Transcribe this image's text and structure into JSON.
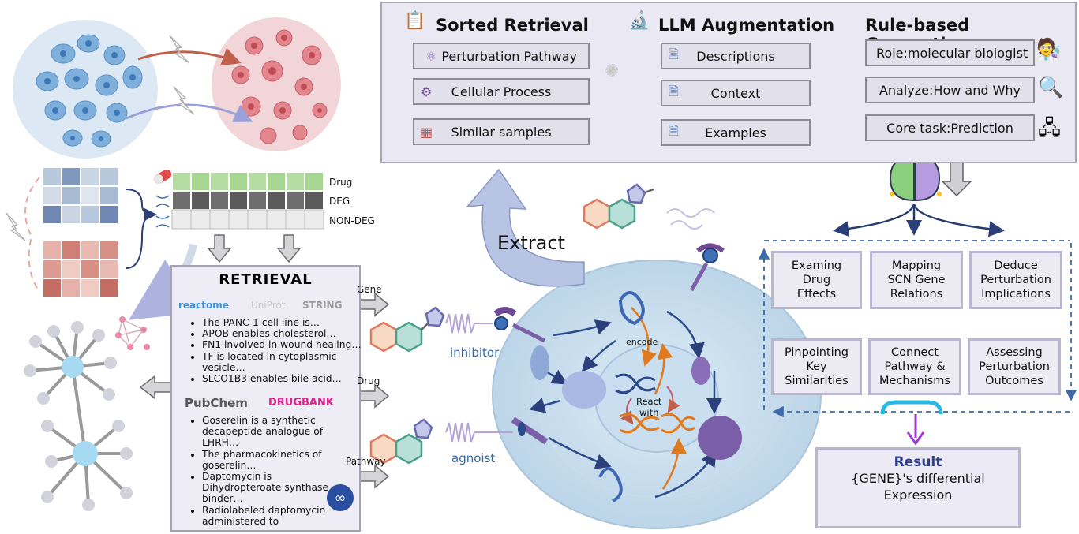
{
  "sorted_retrieval": {
    "title": "Sorted Retrieval",
    "items": [
      "Perturbation Pathway",
      "Cellular Process",
      "Similar samples"
    ]
  },
  "llm_augmentation": {
    "title": "LLM Augmentation",
    "items": [
      "Descriptions",
      "Context",
      "Examples"
    ]
  },
  "rule_generation": {
    "title": "Rule-based Generation",
    "items": [
      "Role:molecular biologist",
      "Analyze:How and Why",
      "Core task:Prediction"
    ]
  },
  "matrix_labels": [
    "Drug",
    "DEG",
    "NON-DEG"
  ],
  "retrieval": {
    "title": "RETRIEVAL",
    "logos_top": [
      "reactome",
      "UniProt",
      "STRING"
    ],
    "bullets_top": [
      "The PANC-1 cell line is…",
      "APOB enables cholesterol…",
      "FN1 involved in wound healing…",
      "TF is located in cytoplasmic vesicle…",
      "SLCO1B3 enables bile acid…"
    ],
    "logos_mid": [
      "PubChem",
      "DRUGBANK"
    ],
    "bullets_bottom": [
      "Goserelin is a synthetic decapeptide analogue of LHRH…",
      "The pharmacokinetics of goserelin…",
      "Daptomycin is Dihydropteroate synthase binder…",
      "Radiolabeled daptomycin administered to"
    ]
  },
  "arrow_labels": [
    "Gene",
    "Drug",
    "Pathway"
  ],
  "extract_label": "Extract",
  "cell_labels": {
    "inhibitor": "inhibitor",
    "agonist": "agnoist",
    "encode": "encode",
    "react_with": [
      "React",
      "with"
    ]
  },
  "tasks": [
    [
      "Examing",
      "Drug",
      "Effects"
    ],
    [
      "Mapping",
      "SCN Gene",
      "Relations"
    ],
    [
      "Deduce",
      "Perturbation",
      "Implications"
    ],
    [
      "Pinpointing",
      "Key",
      "Similarities"
    ],
    [
      "Connect",
      "Pathway &",
      "Mechanisms"
    ],
    [
      "Assessing",
      "Perturbation",
      "Outcomes"
    ]
  ],
  "result": {
    "title": "Result",
    "line1": "{GENE}'s differential",
    "line2": "Expression"
  },
  "colors": {
    "panel_bg": "#eae8f3",
    "result_title": "#2a3f8f",
    "purple_arrow": "#9b3bd6",
    "dna_blue": "#2b4a8a",
    "dna_orange": "#e07a1f"
  }
}
